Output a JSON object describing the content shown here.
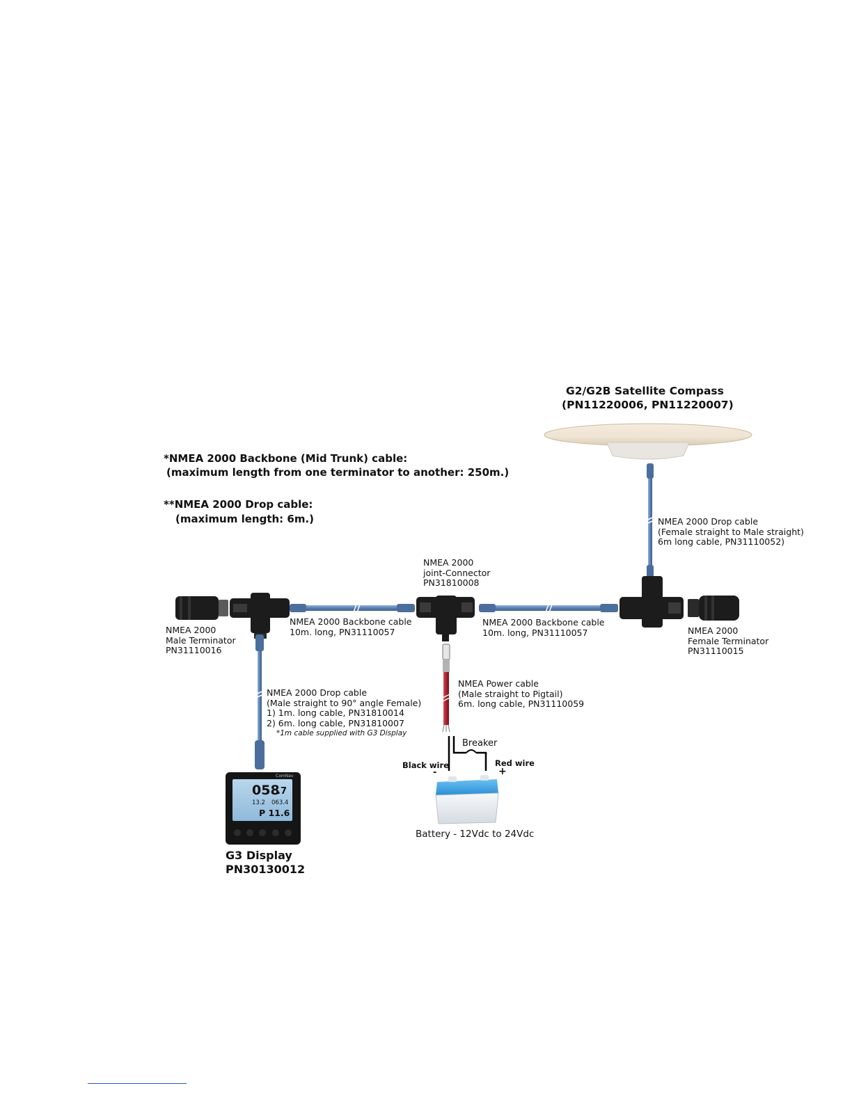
{
  "notes": {
    "backbone_title": "*NMEA 2000 Backbone (Mid Trunk) cable:",
    "backbone_sub": "(maximum length from one terminator to another: 250m.)",
    "drop_title": "**NMEA 2000 Drop cable:",
    "drop_sub": "(maximum length: 6m.)"
  },
  "compass": {
    "title": "G2/G2B Satellite Compass",
    "pn": "(PN11220006, PN11220007)"
  },
  "compass_drop_cable": {
    "line1": "NMEA 2000 Drop cable",
    "line2": "(Female straight to Male straight)",
    "line3": "6m long cable, PN31110052)"
  },
  "joint_connector": {
    "line1": "NMEA 2000",
    "line2": "joint-Connector",
    "line3": "PN31810008"
  },
  "male_terminator": {
    "line1": "NMEA 2000",
    "line2": "Male Terminator",
    "line3": "PN31110016"
  },
  "female_terminator": {
    "line1": "NMEA 2000",
    "line2": "Female Terminator",
    "line3": "PN31110015"
  },
  "backbone_left": {
    "line1": "NMEA 2000 Backbone cable",
    "line2": "10m. long, PN31110057"
  },
  "backbone_right": {
    "line1": "NMEA 2000 Backbone cable",
    "line2": "10m. long, PN31110057"
  },
  "display_drop_cable": {
    "line1": "NMEA 2000 Drop cable",
    "line2": "(Male straight to 90° angle Female)",
    "line3": "1) 1m. long cable, PN31810014",
    "line4": "2) 6m. long cable, PN31810007",
    "note": "*1m cable supplied with  G3 Display"
  },
  "power_cable": {
    "line1": "NMEA Power cable",
    "line2": "(Male straight to Pigtail)",
    "line3": "6m. long cable, PN31110059"
  },
  "breaker": "Breaker",
  "black_wire": "Black wire",
  "minus": "-",
  "red_wire": "Red wire",
  "plus": "+",
  "battery": "Battery - 12Vdc to 24Vdc",
  "g3_display": {
    "title": "G3 Display",
    "pn": "PN30130012",
    "screen_heading": "058",
    "screen_heading_decimal": ".7",
    "screen_val_a": "13.2",
    "screen_val_b": "063.4",
    "screen_pitch": "P 11.6",
    "brand": "ComNav"
  },
  "colors": {
    "cable_blue": "#5b7fb3",
    "power_red": "#a8232e",
    "connector_black": "#1c1c1c",
    "battery_blue": "#3c9fe0"
  }
}
